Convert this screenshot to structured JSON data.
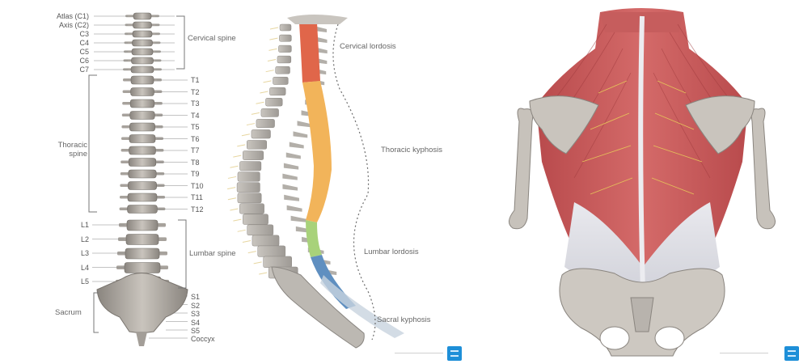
{
  "colors": {
    "bone": "#b9b4ad",
    "bone_dark": "#8f8a84",
    "cervical_cord": "#e0664a",
    "thoracic_cord": "#f2b45a",
    "lumbar_cord": "#a8d27a",
    "sacral_cord": "#5f8fc0",
    "muscle": "#c8595a",
    "fascia": "#dcdde3",
    "badge": "#1e8fd8"
  },
  "spine_labels": {
    "cervical_vertebrae": [
      "Atlas (C1)",
      "Axis (C2)",
      "C3",
      "C4",
      "C5",
      "C6",
      "C7"
    ],
    "thoracic_vertebrae": [
      "T1",
      "T2",
      "T3",
      "T4",
      "T5",
      "T6",
      "T7",
      "T8",
      "T9",
      "T10",
      "T11",
      "T12"
    ],
    "lumbar_vertebrae": [
      "L1",
      "L2",
      "L3",
      "L4",
      "L5"
    ],
    "sacral_vertebrae": [
      "S1",
      "S2",
      "S3",
      "S4",
      "S5"
    ],
    "coccyx": "Coccyx"
  },
  "regions": {
    "cervical": "Cervical spine",
    "thoracic": "Thoracic spine",
    "lumbar": "Lumbar spine",
    "sacrum": "Sacrum"
  },
  "curvatures": {
    "cervical": "Cervical lordosis",
    "thoracic": "Thoracic kyphosis",
    "lumbar": "Lumbar lordosis",
    "sacral": "Sacral kyphosis"
  },
  "icons": {
    "badge_left": "kenhub-logo-icon",
    "badge_right": "kenhub-logo-icon"
  }
}
